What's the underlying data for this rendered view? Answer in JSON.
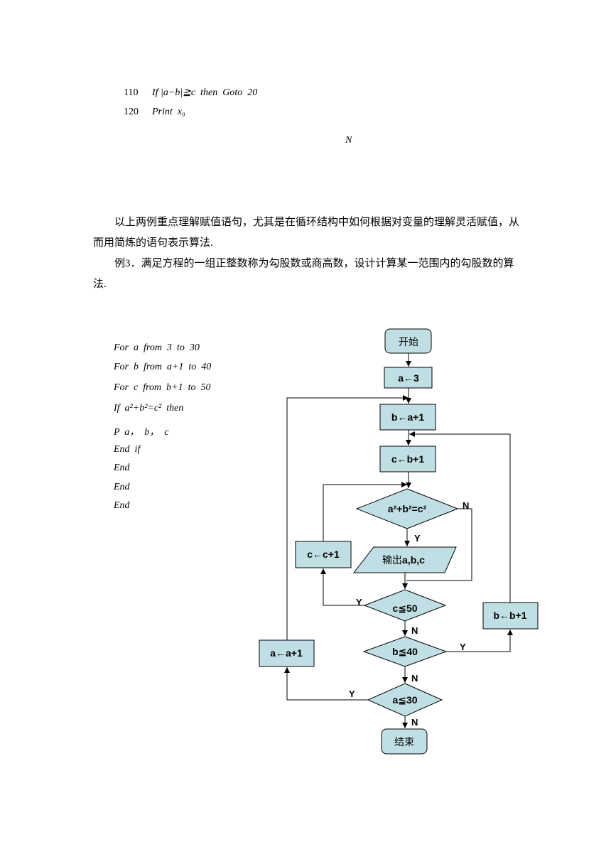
{
  "program": {
    "line110": {
      "num": "110",
      "text": "If |a−b|≧c  then  Goto  20"
    },
    "line120": {
      "num": "120",
      "text": "Print  x₀"
    }
  },
  "stray_label": "N",
  "paragraphs": {
    "p1_line1": "以上两例重点理解赋值语句，尤其是在循环结构中如何根据对变量的理解灵活赋值，从",
    "p1_line2": "而用简炼的语句表示算法.",
    "p2_line1": "例3．满足方程的一组正整数称为勾股数或商高数，设计计算某一范围内的勾股数的算",
    "p2_line2": "法."
  },
  "loop_code": [
    "For  a  from  3  to  30",
    "For  b  from  a+1  to  40",
    "For  c  from  b+1  to  50",
    "If  a²+b²=c²  then",
    "P  a，  b，  c",
    "End  if",
    "End",
    "End",
    "End"
  ],
  "flowchart": {
    "start": "开始",
    "init_a": "a←3",
    "init_b": "b←a+1",
    "init_c": "c←b+1",
    "cond_pyth": "a²+b²=c²",
    "output_prefix": "输出",
    "output_vars": "a,b,c",
    "inc_c": "c←c+1",
    "cond_c": "c≦50",
    "inc_b": "b←b+1",
    "cond_b": "b≦40",
    "inc_a": "a←a+1",
    "cond_a": "a≦30",
    "end": "结束",
    "yes": "Y",
    "no": "N",
    "fill_color": "#c0dfe5",
    "stroke_color": "#000000"
  }
}
